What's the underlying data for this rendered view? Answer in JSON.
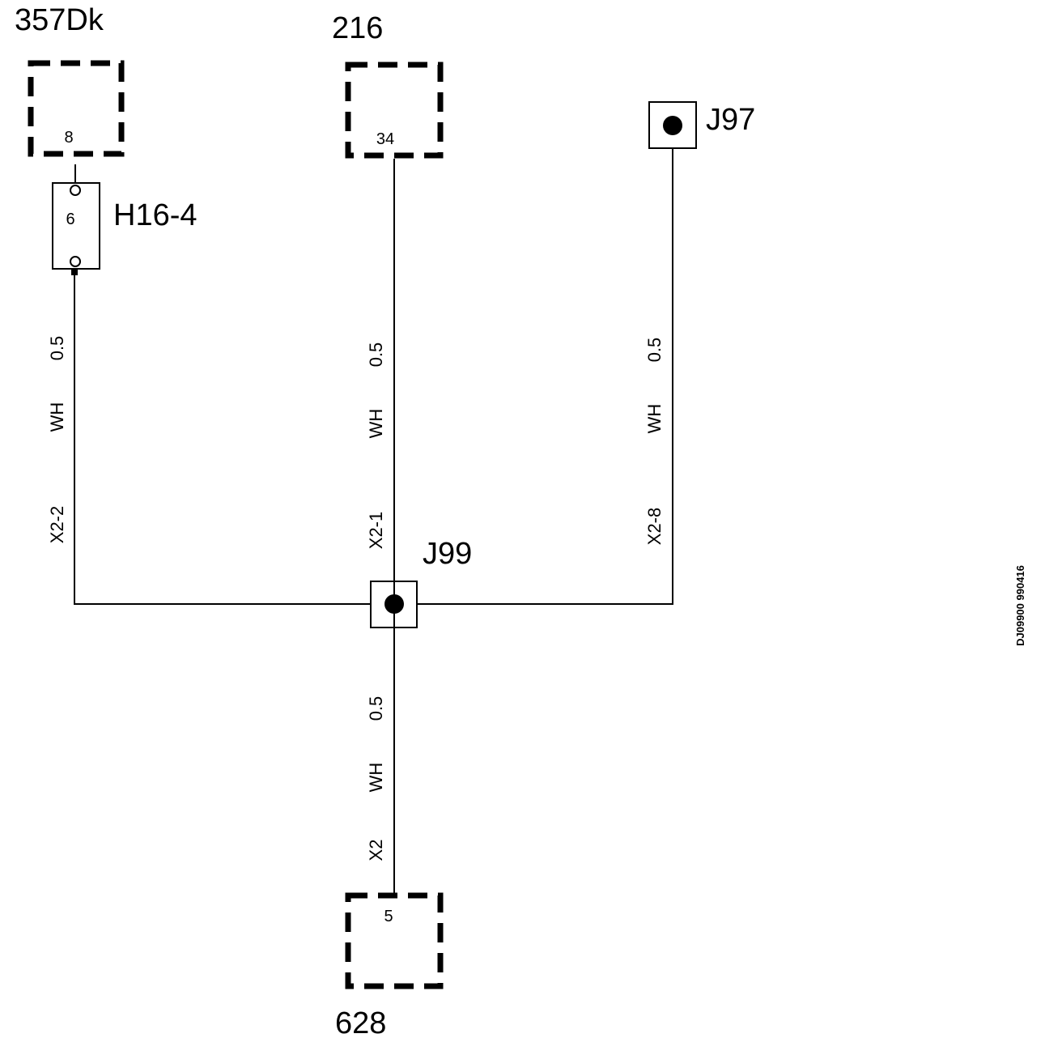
{
  "components": {
    "c357dk": {
      "label": "357Dk",
      "pin": "8"
    },
    "c216": {
      "label": "216",
      "pin": "34"
    },
    "c628": {
      "label": "628",
      "pin": "5"
    },
    "h164": {
      "label": "H16-4",
      "pin": "6"
    },
    "j97": {
      "label": "J97"
    },
    "j99": {
      "label": "J99"
    }
  },
  "wires": {
    "left": {
      "size": "0.5",
      "color": "WH",
      "terminal": "X2-2"
    },
    "middle": {
      "size": "0.5",
      "color": "WH",
      "terminal": "X2-1"
    },
    "right": {
      "size": "0.5",
      "color": "WH",
      "terminal": "X2-8"
    },
    "bottom": {
      "size": "0.5",
      "color": "WH",
      "terminal": "X2"
    }
  },
  "document_id": "DJ09900 990416"
}
